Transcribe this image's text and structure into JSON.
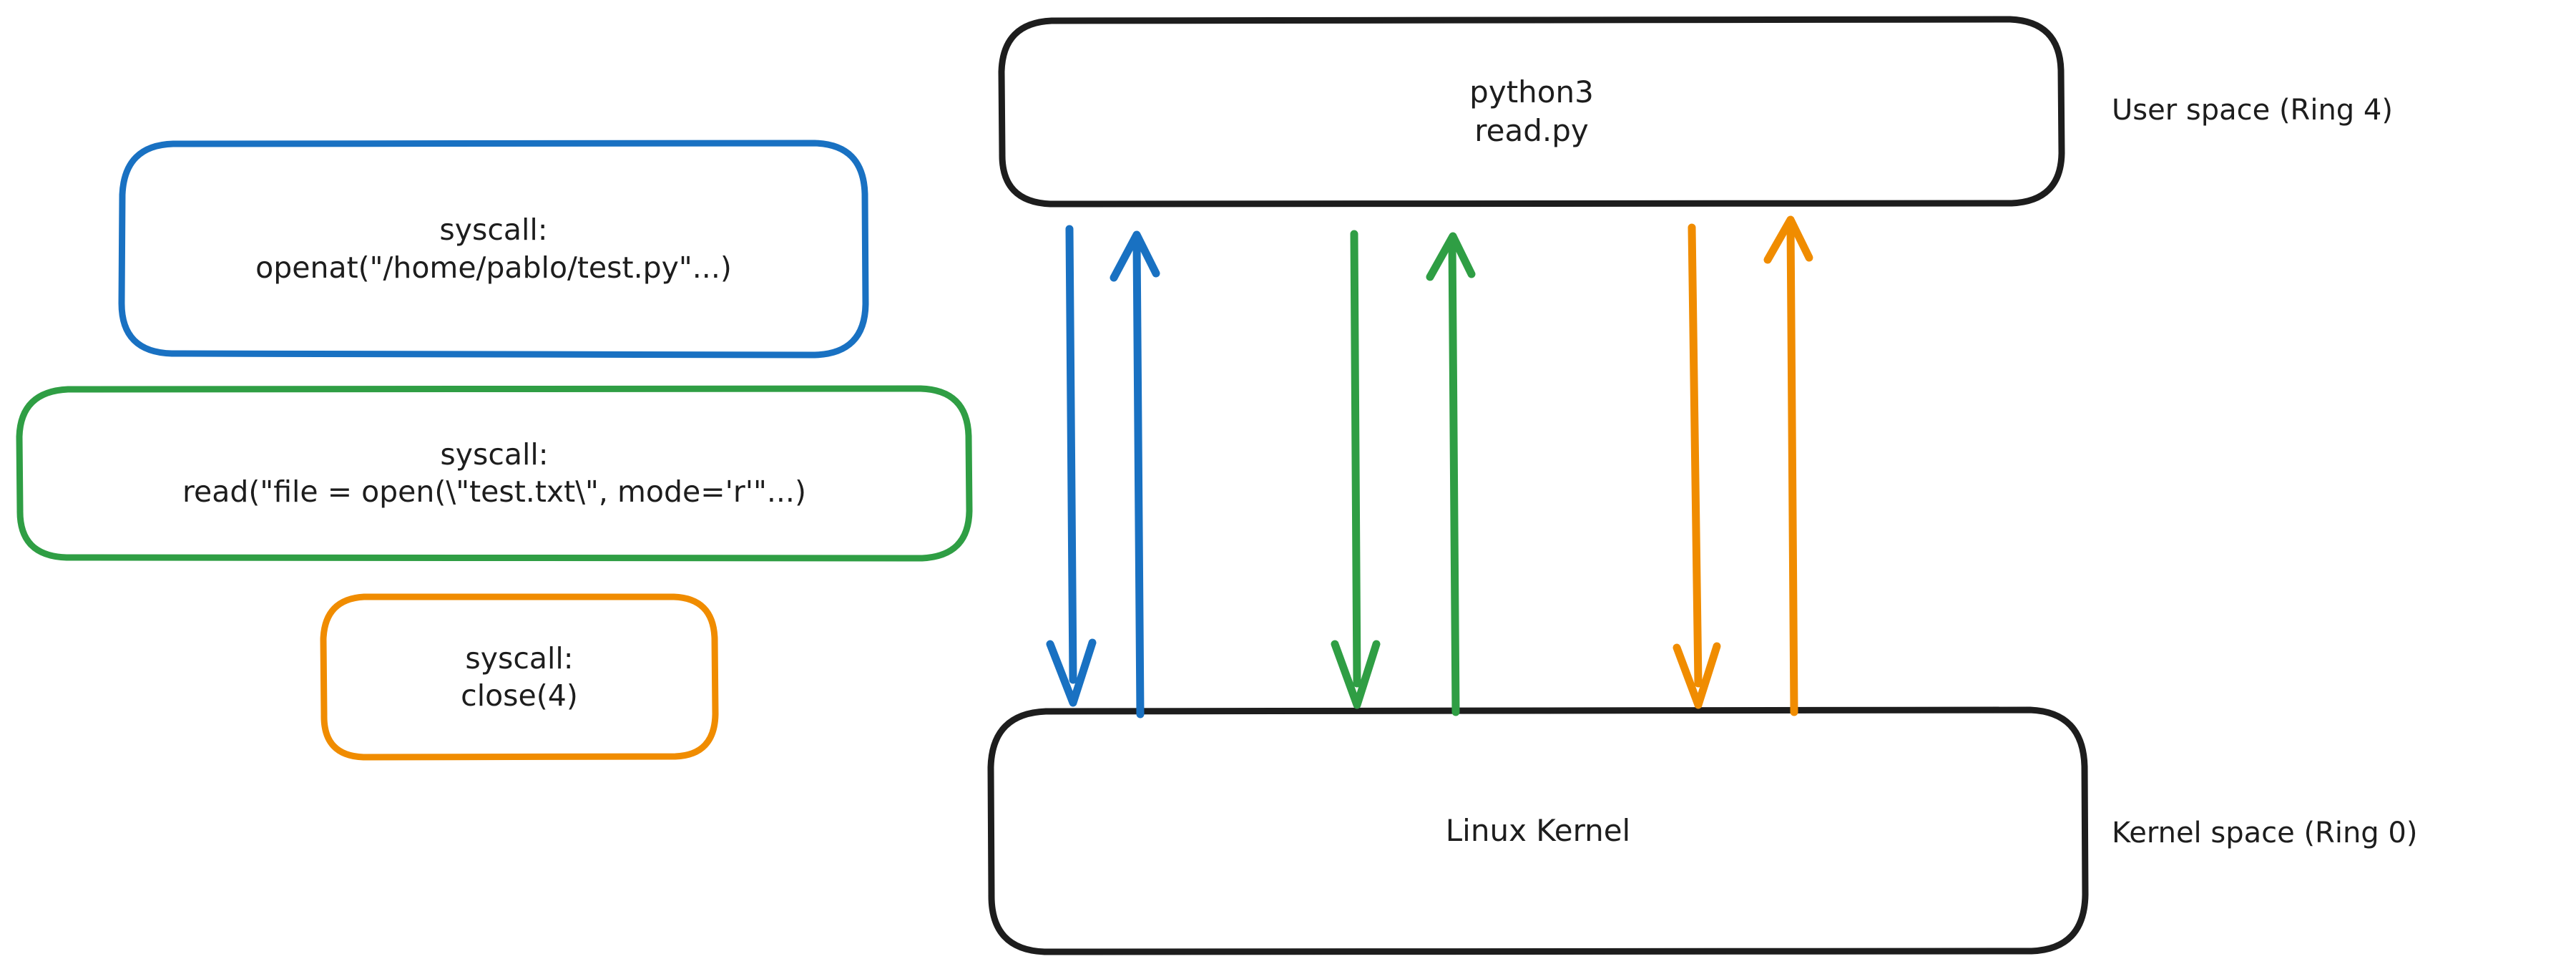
{
  "diagram": {
    "title": "Linux syscall flow between user space and kernel space",
    "background": "#ffffff",
    "palette": {
      "ink": "#1d1d1d",
      "blue": "#1971c2",
      "green": "#2f9e44",
      "orange": "#f08c00"
    }
  },
  "syscall_boxes": [
    {
      "id": "openat",
      "color": "#1971c2",
      "line1": "syscall:",
      "line2": "openat(\"/home/pablo/test.py\"...)"
    },
    {
      "id": "read",
      "color": "#2f9e44",
      "line1": "syscall:",
      "line2": "read(\"file = open(\\\"test.txt\\\", mode='r'\"...)"
    },
    {
      "id": "close",
      "color": "#f08c00",
      "line1": "syscall:",
      "line2": "close(4)"
    }
  ],
  "process_box": {
    "id": "python3-process",
    "color": "#1d1d1d",
    "line1": "python3",
    "line2": "read.py"
  },
  "kernel_box": {
    "id": "linux-kernel",
    "color": "#1d1d1d",
    "label": "Linux Kernel"
  },
  "space_labels": [
    {
      "id": "user-space",
      "text": "User space (Ring 4)"
    },
    {
      "id": "kernel-space",
      "text": "Kernel space (Ring 0)"
    }
  ],
  "arrows": [
    {
      "id": "openat-down",
      "color": "#1971c2",
      "direction": "down",
      "syscall": "openat"
    },
    {
      "id": "openat-up",
      "color": "#1971c2",
      "direction": "up",
      "syscall": "openat"
    },
    {
      "id": "read-down",
      "color": "#2f9e44",
      "direction": "down",
      "syscall": "read"
    },
    {
      "id": "read-up",
      "color": "#2f9e44",
      "direction": "up",
      "syscall": "read"
    },
    {
      "id": "close-down",
      "color": "#f08c00",
      "direction": "down",
      "syscall": "close"
    },
    {
      "id": "close-up",
      "color": "#f08c00",
      "direction": "up",
      "syscall": "close"
    }
  ]
}
